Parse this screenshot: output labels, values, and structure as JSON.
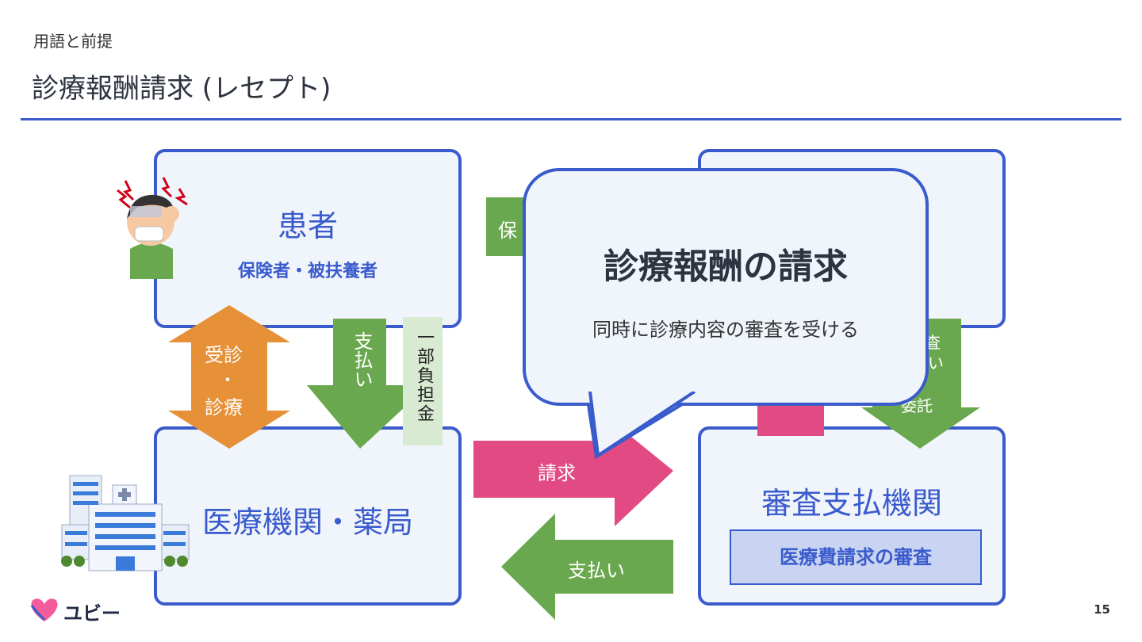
{
  "header": {
    "breadcrumb": "用語と前提",
    "title": "診療報酬請求 (レセプト)"
  },
  "boxes": {
    "patient": {
      "title": "患者",
      "subtitle": "保険者・被扶養者"
    },
    "hospital": {
      "title": "医療機関・薬局"
    },
    "review": {
      "title": "審査支払機関",
      "badge": "医療費請求の審査"
    }
  },
  "arrows": {
    "consult": {
      "top": "受診",
      "mid": "・",
      "bottom": "診療"
    },
    "pay_patient": "支払い",
    "partial_burden": "一部負担金",
    "claim": "請求",
    "pay_return": "支払い",
    "right_partial_1": "査",
    "right_partial_2": "い",
    "right_partial_3": "委託",
    "left_partial": "保"
  },
  "bubble": {
    "title": "診療報酬の請求",
    "subtitle": "同時に診療内容の審査を受ける"
  },
  "footer": {
    "logo_text": "ユビー",
    "page_number": "15"
  },
  "colors": {
    "accent_blue": "#3a5bcc",
    "green": "#6aa84f",
    "orange": "#e69138",
    "pink": "#e24a84"
  }
}
